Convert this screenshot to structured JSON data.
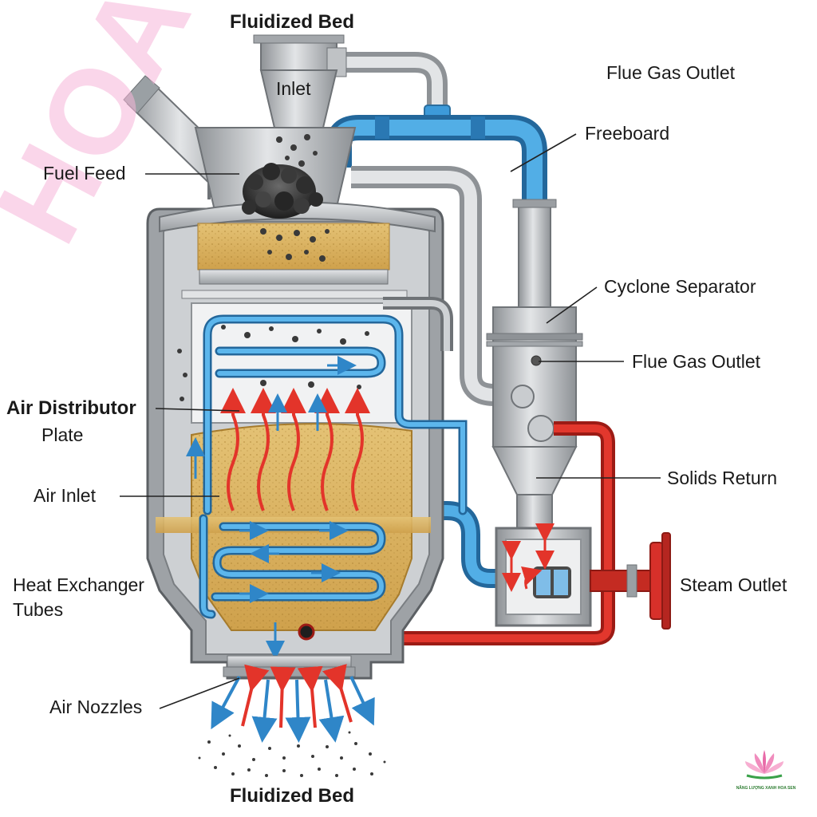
{
  "labels": {
    "top_title": "Fluidized Bed",
    "inlet": "Inlet",
    "flue_gas_outlet_top": "Flue Gas Outlet",
    "freeboard": "Freeboard",
    "fuel_feed": "Fuel Feed",
    "cyclone_separator": "Cyclone Separator",
    "flue_gas_outlet_mid": "Flue Gas Outlet",
    "air_distributor_plate_line1": "Air Distributor",
    "air_distributor_plate_line2": "Plate",
    "solids_return": "Solids Return",
    "air_inlet": "Air Inlet",
    "steam_outlet": "Steam Outlet",
    "heat_exchanger_tubes_line1": "Heat Exchanger",
    "heat_exchanger_tubes_line2": "Tubes",
    "air_nozzles": "Air Nozzles",
    "bottom_title": "Fluidized Bed"
  },
  "watermark": "HOA SEN",
  "logo": {
    "text": "NĂNG LƯỢNG XANH HOA SEN",
    "icon": "lotus-icon"
  },
  "colors": {
    "water_pipe": "#3d9ad9",
    "steam_pipe": "#d8271f",
    "steel": "#b9bcbf",
    "bed_sand": "#d9b25e",
    "hot_air": "#e3342a",
    "watermark": "#f7b6d9"
  }
}
